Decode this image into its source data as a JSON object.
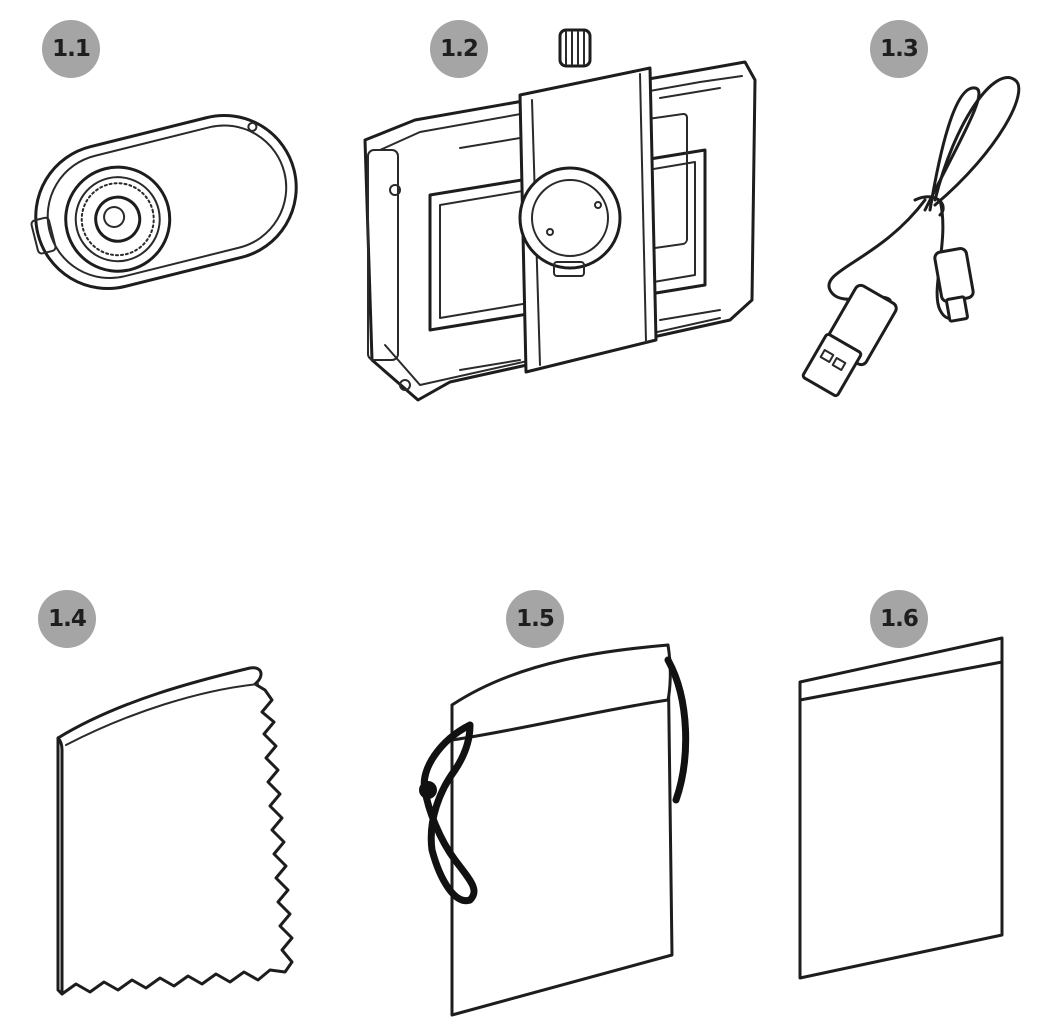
{
  "colors": {
    "badge_fill": "#a5a5a5",
    "badge_text": "#1e1e1e",
    "line": "#1d1d1d",
    "background": "#ffffff"
  },
  "items": [
    {
      "label": "1.1",
      "icon": "camera-module-icon"
    },
    {
      "label": "1.2",
      "icon": "phone-holder-clamp-icon"
    },
    {
      "label": "1.3",
      "icon": "usb-cable-icon"
    },
    {
      "label": "1.4",
      "icon": "cleaning-cloth-icon"
    },
    {
      "label": "1.5",
      "icon": "drawstring-pouch-icon"
    },
    {
      "label": "1.6",
      "icon": "zip-bag-icon"
    }
  ]
}
